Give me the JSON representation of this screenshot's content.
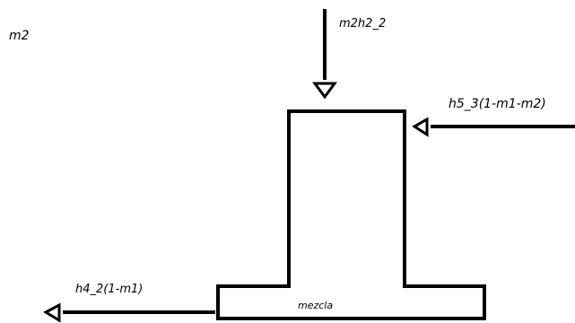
{
  "diagram": {
    "labels": {
      "corner": "m2",
      "top_input": "m2h2_2",
      "right_input": "h5_3(1-m1-m2)",
      "left_output": "h4_2(1-m1)",
      "chamber": "mezcla"
    },
    "colors": {
      "stroke": "#000000",
      "background": "#ffffff"
    }
  }
}
